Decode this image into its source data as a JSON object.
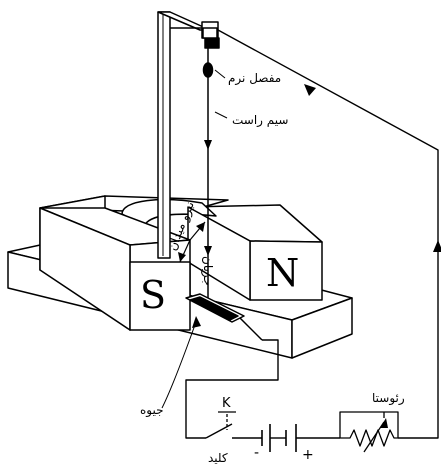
{
  "labels": {
    "soft_joint": "مفصل نرم",
    "straight_wire": "سیم راست",
    "current": "جریان",
    "field": "میدان",
    "force": "نیرو",
    "mercury": "جیوه",
    "rheostat": "رئوستا",
    "switch_key": "کلید",
    "switch_letter": "K",
    "north_pole": "N",
    "south_pole": "S",
    "battery_minus": "-",
    "battery_plus": "+"
  }
}
